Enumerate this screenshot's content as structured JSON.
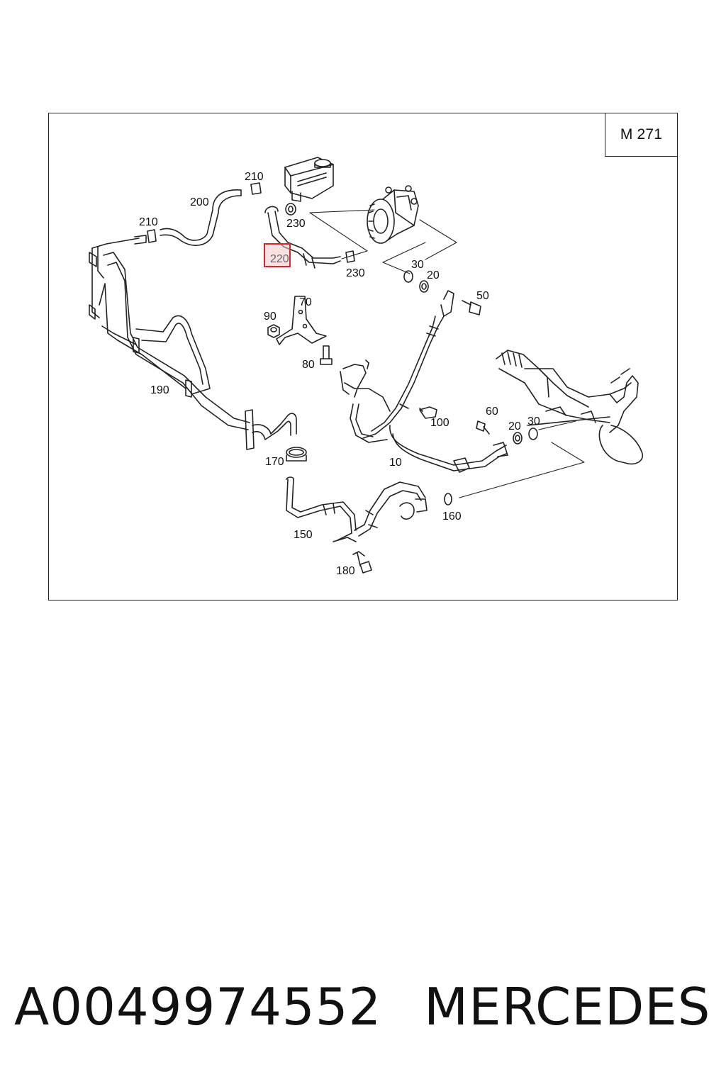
{
  "diagram": {
    "model_label": "M 271",
    "callouts": {
      "c200": "200",
      "c210a": "210",
      "c210b": "210",
      "c220": "220",
      "c230a": "230",
      "c230b": "230",
      "c30a": "30",
      "c20a": "20",
      "c50": "50",
      "c70": "70",
      "c90": "90",
      "c80": "80",
      "c190": "190",
      "c100": "100",
      "c60": "60",
      "c20b": "20",
      "c30b": "30",
      "c10": "10",
      "c170": "170",
      "c150": "150",
      "c160": "160",
      "c180": "180"
    },
    "highlighted_callout": "220",
    "highlight_color": "#d9252b"
  },
  "footer": {
    "part_number": "A0049974552",
    "brand": "MERCEDES"
  }
}
